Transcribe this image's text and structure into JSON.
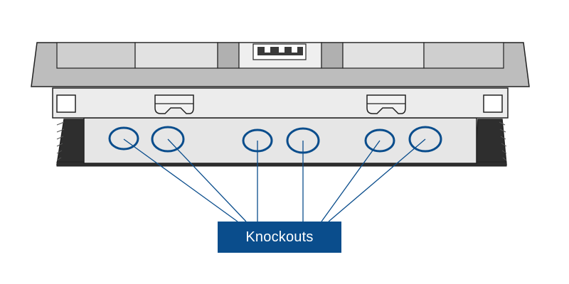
{
  "callout": {
    "label": "Knockouts",
    "box_color": "#0a4d8c",
    "text_color": "#ffffff"
  },
  "knockouts": [
    {
      "name": "knockout-1",
      "size": "small"
    },
    {
      "name": "knockout-2",
      "size": "large"
    },
    {
      "name": "knockout-3",
      "size": "small"
    },
    {
      "name": "knockout-4",
      "size": "large"
    },
    {
      "name": "knockout-5",
      "size": "small"
    },
    {
      "name": "knockout-6",
      "size": "large"
    }
  ],
  "colors": {
    "highlight": "#0a4d8c",
    "outline": "#222222",
    "body_fill": "#e6e6e6",
    "bezel_fill": "#bdbdbd",
    "dark_fill": "#2e2e2e"
  }
}
